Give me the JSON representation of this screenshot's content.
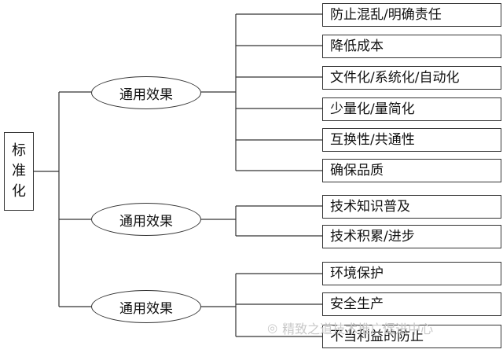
{
  "root": {
    "chars": [
      "标",
      "准",
      "化"
    ]
  },
  "branches": [
    {
      "label": "通用效果",
      "items": [
        "防止混乱/明确责任",
        "降低成本",
        "文件化/系统化/自动化",
        "少量化/量简化",
        "互换性/共通性",
        "确保品质"
      ]
    },
    {
      "label": "通用效果",
      "items": [
        "技术知识普及",
        "技术积累/进步"
      ]
    },
    {
      "label": "通用效果",
      "items": [
        "环境保护",
        "安全生产",
        "不当利益的防止"
      ]
    }
  ],
  "watermark": {
    "text": "精致之道技术推广促进中心",
    "icon": "wechat-icon"
  },
  "colors": {
    "line": "#333333",
    "watermark": "#c8c8c8"
  }
}
